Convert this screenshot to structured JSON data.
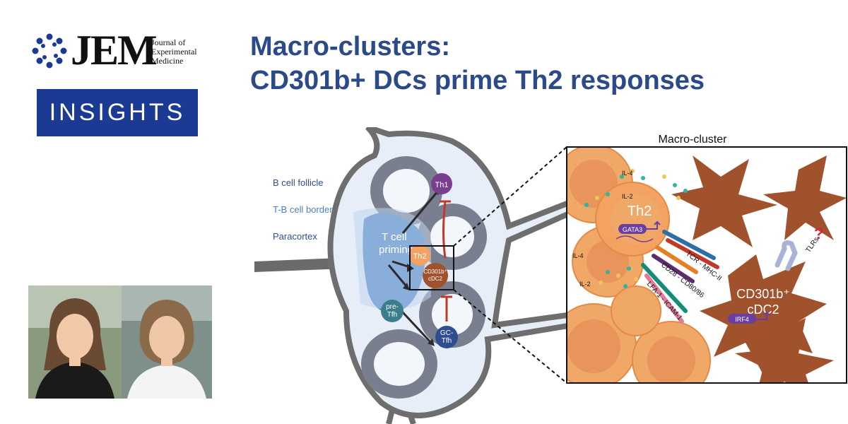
{
  "logo": {
    "wordmark": "JEM",
    "subtitle_line1": "Journal of",
    "subtitle_line2": "Experimental",
    "subtitle_line3": "Medicine"
  },
  "badge": {
    "label": "INSIGHTS"
  },
  "title": {
    "line1": "Macro-clusters:",
    "line2": "CD301b+ DCs prime Th2 responses"
  },
  "diagram": {
    "legend": {
      "b_cell_follicle": "B cell follicle",
      "tb_cell_border": "T-B cell border",
      "paracortex": "Paracortex"
    },
    "node": {
      "t_cell_priming_1": "T cell",
      "t_cell_priming_2": "priming",
      "th1": "Th1",
      "th2": "Th2",
      "cd301b_1": "CD301b⁺",
      "cd301b_2": "cDC2",
      "pre_tfh_1": "pre-",
      "pre_tfh_2": "Tfh",
      "gc_tfh_1": "GC-",
      "gc_tfh_2": "Tfh"
    },
    "zoom": {
      "title": "Macro-cluster",
      "th2": "Th2",
      "gata3": "GATA3",
      "il4_top": "IL-4",
      "il2_top": "IL-2",
      "il4_left": "IL-4",
      "il2_left": "IL-2",
      "tcr_mhc": "TCR - MHC-II",
      "cd28_cd80": "CD28 - CD80/86",
      "lfa_icam": "LFA-1 - ICAM-1",
      "tlrs": "TLRs",
      "question": "?",
      "cd301b_1": "CD301b⁺",
      "cd301b_2": "cDC2",
      "irf4": "IRF4"
    }
  },
  "colors": {
    "brand_blue": "#1b3a93",
    "title_blue": "#2b4a8a",
    "th2_orange": "#f4a261",
    "dc_brown": "#a0522d",
    "th1_purple": "#7a3e8e",
    "tfh_teal": "#3a7d8c",
    "gc_blue": "#2e4e8f"
  }
}
